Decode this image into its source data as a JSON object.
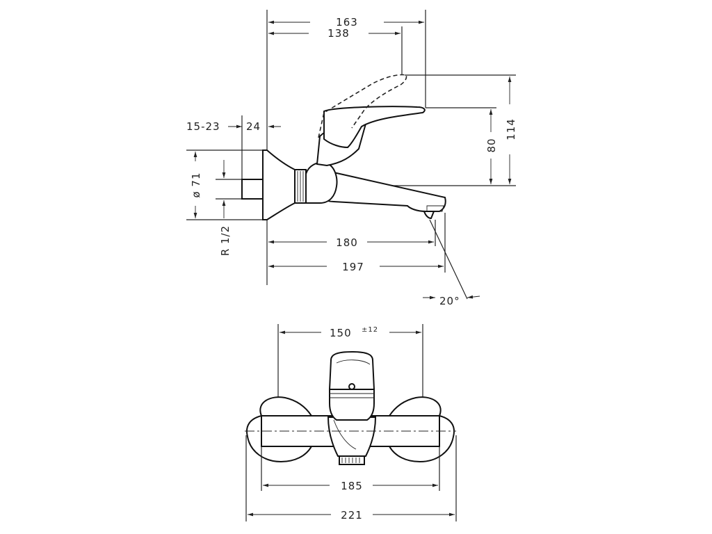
{
  "side_view": {
    "dims": {
      "d163": "163",
      "d138": "138",
      "d15_23": "15-23",
      "d24": "24",
      "d114": "114",
      "d80": "80",
      "d71": "ø 71",
      "r12": "R 1/2",
      "d180": "180",
      "d197": "197",
      "a20": "20°"
    }
  },
  "front_view": {
    "dims": {
      "d150": "150",
      "d150_tol": "±12",
      "d185": "185",
      "d221": "221"
    }
  }
}
